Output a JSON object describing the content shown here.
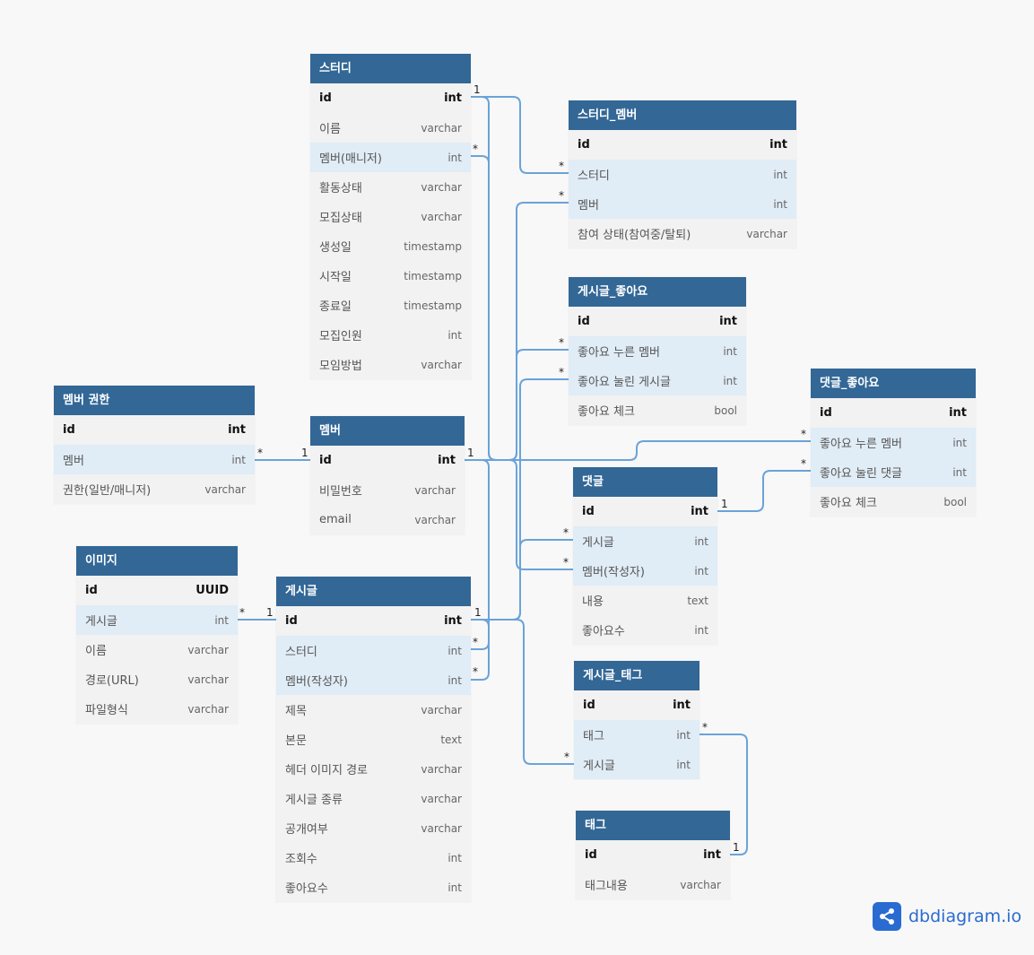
{
  "tables": {
    "study": {
      "title": "스터디",
      "rows": [
        {
          "name": "id",
          "type": "int"
        },
        {
          "name": "이름",
          "type": "varchar"
        },
        {
          "name": "멤버(매니저)",
          "type": "int"
        },
        {
          "name": "활동상태",
          "type": "varchar"
        },
        {
          "name": "모집상태",
          "type": "varchar"
        },
        {
          "name": "생성일",
          "type": "timestamp"
        },
        {
          "name": "시작일",
          "type": "timestamp"
        },
        {
          "name": "종료일",
          "type": "timestamp"
        },
        {
          "name": "모집인원",
          "type": "int"
        },
        {
          "name": "모임방법",
          "type": "varchar"
        }
      ]
    },
    "study_member": {
      "title": "스터디_멤버",
      "rows": [
        {
          "name": "id",
          "type": "int"
        },
        {
          "name": "스터디",
          "type": "int"
        },
        {
          "name": "멤버",
          "type": "int"
        },
        {
          "name": "참여 상태(참여중/탈퇴)",
          "type": "varchar"
        }
      ]
    },
    "post_like": {
      "title": "게시글_좋아요",
      "rows": [
        {
          "name": "id",
          "type": "int"
        },
        {
          "name": "좋아요 누른 멤버",
          "type": "int"
        },
        {
          "name": "좋아요 눌린 게시글",
          "type": "int"
        },
        {
          "name": "좋아요 체크",
          "type": "bool"
        }
      ]
    },
    "comment_like": {
      "title": "댓글_좋아요",
      "rows": [
        {
          "name": "id",
          "type": "int"
        },
        {
          "name": "좋아요 누른 멤버",
          "type": "int"
        },
        {
          "name": "좋아요 눌린 댓글",
          "type": "int"
        },
        {
          "name": "좋아요 체크",
          "type": "bool"
        }
      ]
    },
    "member_role": {
      "title": "멤버 권한",
      "rows": [
        {
          "name": "id",
          "type": "int"
        },
        {
          "name": "멤버",
          "type": "int"
        },
        {
          "name": "권한(일반/매니저)",
          "type": "varchar"
        }
      ]
    },
    "member": {
      "title": "멤버",
      "rows": [
        {
          "name": "id",
          "type": "int"
        },
        {
          "name": "비밀번호",
          "type": "varchar"
        },
        {
          "name": "email",
          "type": "varchar"
        }
      ]
    },
    "comment": {
      "title": "댓글",
      "rows": [
        {
          "name": "id",
          "type": "int"
        },
        {
          "name": "게시글",
          "type": "int"
        },
        {
          "name": "멤버(작성자)",
          "type": "int"
        },
        {
          "name": "내용",
          "type": "text"
        },
        {
          "name": "좋아요수",
          "type": "int"
        }
      ]
    },
    "image": {
      "title": "이미지",
      "rows": [
        {
          "name": "id",
          "type": "UUID"
        },
        {
          "name": "게시글",
          "type": "int"
        },
        {
          "name": "이름",
          "type": "varchar"
        },
        {
          "name": "경로(URL)",
          "type": "varchar"
        },
        {
          "name": "파일형식",
          "type": "varchar"
        }
      ]
    },
    "post": {
      "title": "게시글",
      "rows": [
        {
          "name": "id",
          "type": "int"
        },
        {
          "name": "스터디",
          "type": "int"
        },
        {
          "name": "멤버(작성자)",
          "type": "int"
        },
        {
          "name": "제목",
          "type": "varchar"
        },
        {
          "name": "본문",
          "type": "text"
        },
        {
          "name": "헤더 이미지 경로",
          "type": "varchar"
        },
        {
          "name": "게시글 종류",
          "type": "varchar"
        },
        {
          "name": "공개여부",
          "type": "varchar"
        },
        {
          "name": "조회수",
          "type": "int"
        },
        {
          "name": "좋아요수",
          "type": "int"
        }
      ]
    },
    "post_tag": {
      "title": "게시글_태그",
      "rows": [
        {
          "name": "id",
          "type": "int"
        },
        {
          "name": "태그",
          "type": "int"
        },
        {
          "name": "게시글",
          "type": "int"
        }
      ]
    },
    "tag": {
      "title": "태그",
      "rows": [
        {
          "name": "id",
          "type": "int"
        },
        {
          "name": "태그내용",
          "type": "varchar"
        }
      ]
    }
  },
  "cardinality": {
    "one": "1",
    "many": "*"
  },
  "logo": {
    "text": "dbdiagram.io",
    "icon": "share-nodes-icon",
    "color": "#2a6bd1"
  },
  "colors": {
    "header": "#326796",
    "link": "#6aa3d8",
    "ref_row": "#e0ecf6"
  }
}
